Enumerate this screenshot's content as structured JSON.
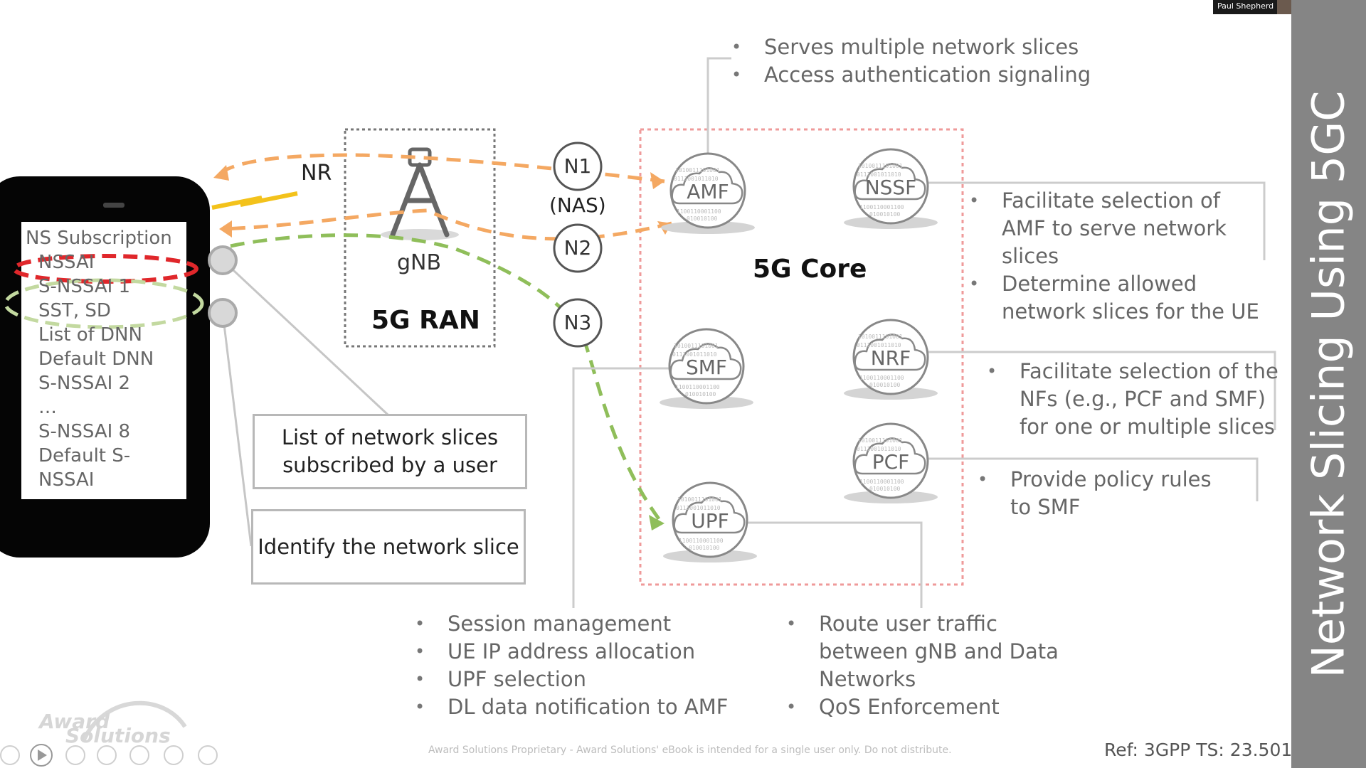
{
  "speaker_name": "Paul Shepherd",
  "sidebar_title": "Network Slicing Using 5GC",
  "phone": {
    "header": "NS Subscription",
    "items": [
      "NSSAI",
      "S-NSSAI 1",
      "SST, SD",
      "List of DNN",
      "Default DNN",
      "S-NSSAI 2",
      "…",
      "S-NSSAI 8",
      "Default S-",
      "NSSAI"
    ]
  },
  "ran": {
    "radio_label": "NR",
    "gnb_label": "gNB",
    "title": "5G RAN"
  },
  "interfaces": {
    "n1": "N1",
    "nas": "(NAS)",
    "n2": "N2",
    "n3": "N3"
  },
  "core": {
    "title": "5G Core",
    "nfs": {
      "amf": "AMF",
      "nssf": "NSSF",
      "smf": "SMF",
      "nrf": "NRF",
      "pcf": "PCF",
      "upf": "UPF"
    }
  },
  "callouts": {
    "slices_list": "List of network slices subscribed by a user",
    "identify": "Identify the network slice"
  },
  "notes": {
    "amf": [
      "Serves multiple network slices",
      "Access authentication signaling"
    ],
    "nssf": [
      "Facilitate selection of AMF to serve network slices",
      "Determine allowed network slices for the UE"
    ],
    "nrf": [
      "Facilitate selection of the NFs (e.g., PCF and SMF) for one or multiple slices"
    ],
    "pcf": [
      "Provide policy rules to SMF"
    ],
    "smf": [
      "Session management",
      "UE IP address allocation",
      "UPF selection",
      "DL data notification to AMF"
    ],
    "upf": [
      "Route user traffic between gNB and Data Networks",
      "QoS Enforcement"
    ]
  },
  "footer": {
    "logo_line1": "Award",
    "logo_line2": "Solutions",
    "disclaimer": "Award Solutions Proprietary - Award Solutions' eBook is intended for a single user only. Do not distribute.",
    "reference": "Ref: 3GPP TS: 23.501"
  },
  "colors": {
    "orange": "#f4a862",
    "green": "#8fbe5a",
    "red": "#e0272b",
    "core_border": "#ef9a9a",
    "sidebar": "#858585",
    "yellow": "#f3c21b"
  }
}
